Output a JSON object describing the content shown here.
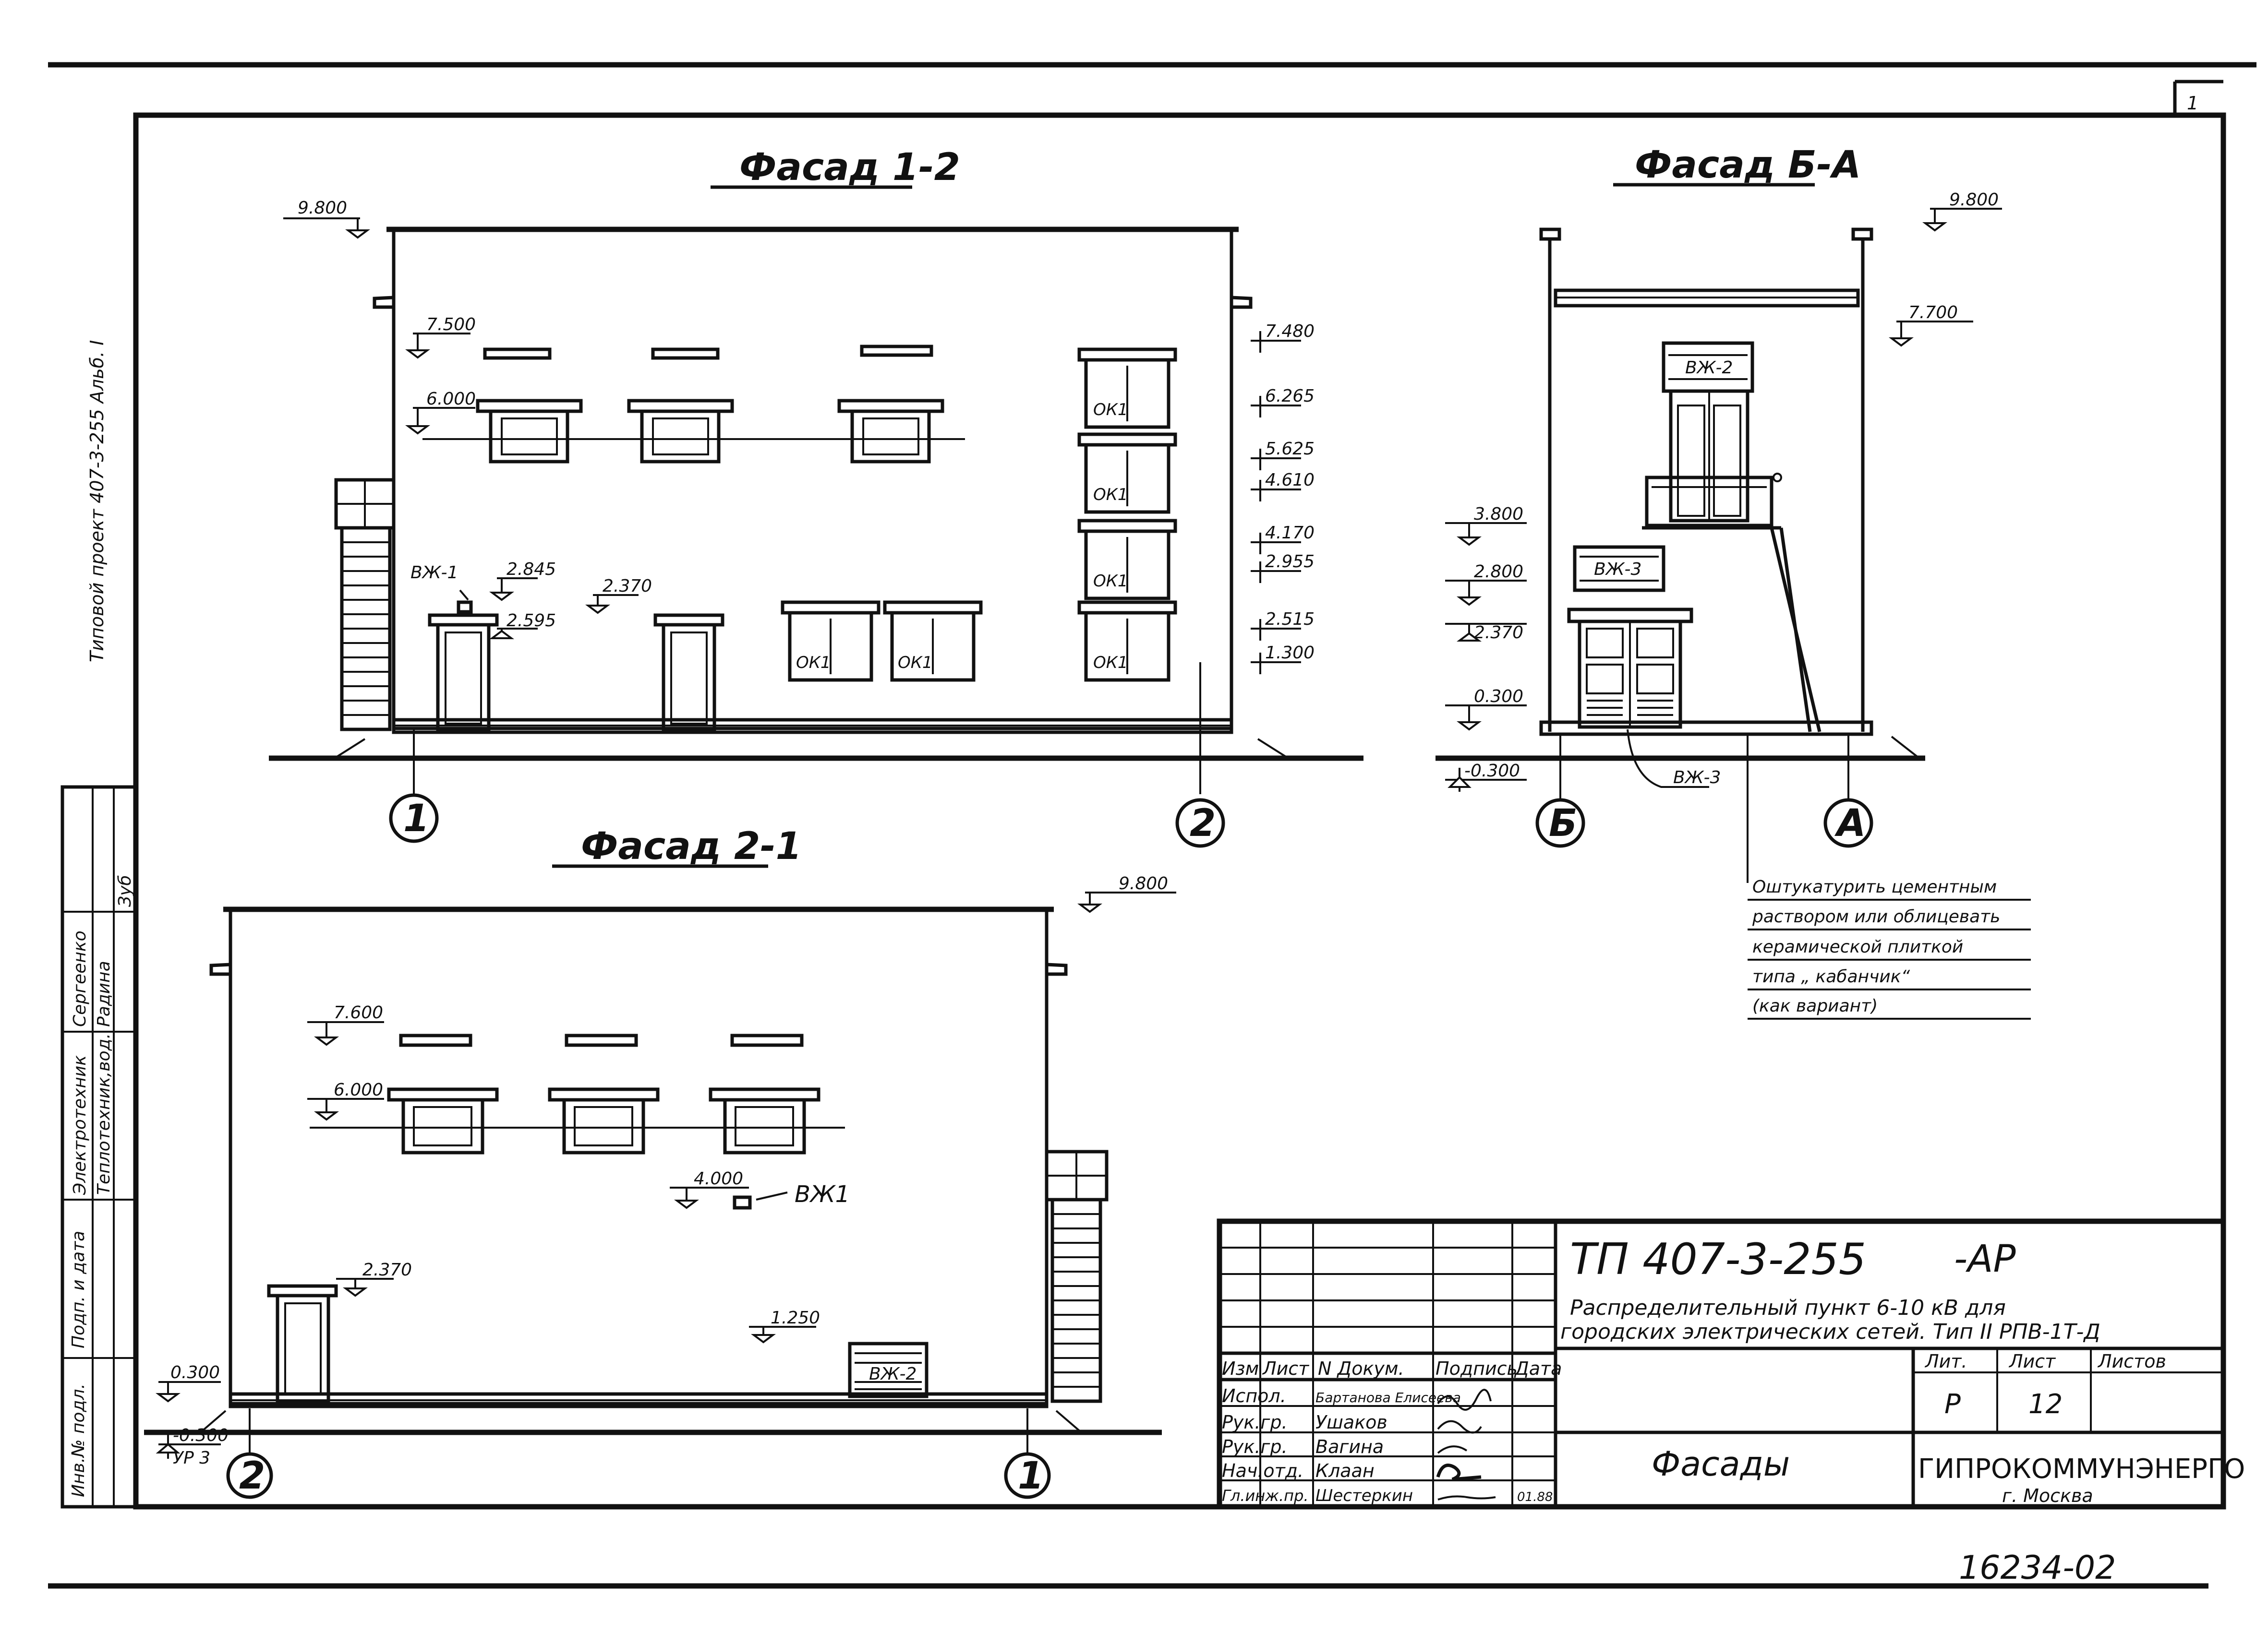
{
  "sheet_corner_number": "1",
  "side_note": "Типовой проект 407-3-255 Альб. I",
  "facade_12": {
    "title": "Фасад 1-2",
    "marks": {
      "top": "9.800",
      "m7500": "7.500",
      "m6000": "6.000",
      "m2845": "2.845",
      "m2370": "2.370",
      "m2595": "2.595",
      "r7480": "7.480",
      "r6265": "6.265",
      "r5625": "5.625",
      "r4610": "4.610",
      "r4170": "4.170",
      "r2955": "2.955",
      "r2515": "2.515",
      "r1300": "1.300"
    },
    "labels": {
      "vzh": "ВЖ-1",
      "ok": "ОК1"
    },
    "axis_left": "1",
    "axis_right": "2"
  },
  "facade_ba": {
    "title": "Фасад Б-А",
    "marks": {
      "top": "9.800",
      "m7700": "7.700",
      "m3800": "3.800",
      "m2800": "2.800",
      "m2370": "2.370",
      "m0300": "0.300",
      "m_0300": "-0.300"
    },
    "labels": {
      "vzh2": "ВЖ-2",
      "vzh3": "ВЖ-3",
      "vzh3b": "ВЖ-3"
    },
    "axis_left": "Б",
    "axis_right": "А"
  },
  "facade_21": {
    "title": "Фасад 2-1",
    "marks": {
      "top": "9.800",
      "m7600": "7.600",
      "m6000": "6.000",
      "m4000": "4.000",
      "m2370": "2.370",
      "m1250": "1.250",
      "m0300": "0.300",
      "m_0300": "-0.300",
      "ur3": "УР 3"
    },
    "labels": {
      "vzh1": "ВЖ1",
      "vzh2": "ВЖ-2"
    },
    "axis_left": "2",
    "axis_right": "1"
  },
  "note_lines": [
    "Оштукатурить цементным",
    "раствором или облицевать",
    "керамической плиткой",
    "типа „ кабанчик“",
    "(как вариант)"
  ],
  "left_stamp": {
    "inv": "Инв.№ подл.",
    "sign": "Подп. и дата",
    "col1": [
      "Электротехник",
      "Теплотехник,вод."
    ],
    "col2": [
      "Сергеенко",
      "Радина"
    ],
    "col3": [
      "",
      "Зуб"
    ]
  },
  "title_block": {
    "code": "ТП 407-3-255",
    "code_suffix": "-АР",
    "desc1": "Распределительный пункт  6-10 кВ  для",
    "desc2": "городских электрических сетей. Тип II РПВ-1Т-Д",
    "sheet_name": "Фасады",
    "org": "ГИПРОКОММУНЭНЕРГО",
    "city": "г. Москва",
    "headers": [
      "Изм",
      "Лист",
      "N Докум.",
      "Подпись",
      "Дата"
    ],
    "roles": [
      "Испол.",
      "Рук.гр.",
      "Рук.гр.",
      "Нач.отд.",
      "Гл.инж.пр."
    ],
    "names": [
      "Бартанова Елисеева",
      "Ушаков",
      "Вагина",
      "Клаан",
      "Шестеркин"
    ],
    "date_last": "01.88",
    "lit_label": "Лит.",
    "list_label": "Лист",
    "listov_label": "Листов",
    "lit": "Р",
    "list": "12",
    "listov": ""
  },
  "bottom_number": "16234-02"
}
